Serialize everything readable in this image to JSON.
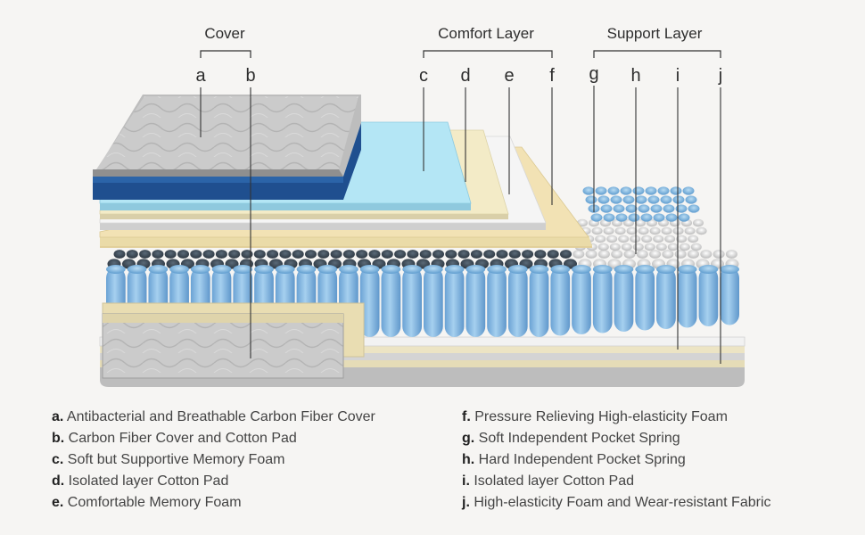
{
  "groups": {
    "cover": "Cover",
    "comfort": "Comfort Layer",
    "support": "Support Layer"
  },
  "letters": [
    "a",
    "b",
    "c",
    "d",
    "e",
    "f",
    "g",
    "h",
    "i",
    "j"
  ],
  "legend_left": [
    {
      "key": "a.",
      "text": "Antibacterial and Breathable Carbon Fiber Cover"
    },
    {
      "key": "b.",
      "text": "Carbon Fiber Cover and Cotton Pad"
    },
    {
      "key": "c.",
      "text": "Soft but Supportive Memory Foam"
    },
    {
      "key": "d.",
      "text": "Isolated layer Cotton Pad"
    },
    {
      "key": "e.",
      "text": "Comfortable Memory Foam"
    }
  ],
  "legend_right": [
    {
      "key": "f.",
      "text": "Pressure Relieving High-elasticity Foam"
    },
    {
      "key": "g.",
      "text": "Soft Independent Pocket Spring"
    },
    {
      "key": "h.",
      "text": "Hard Independent Pocket Spring"
    },
    {
      "key": "i.",
      "text": "Isolated layer Cotton Pad"
    },
    {
      "key": "j.",
      "text": "High-elasticity Foam and Wear-resistant Fabric"
    }
  ],
  "colors": {
    "cover_gray": "#c9c9c9",
    "cover_blue": "#1f4f8f",
    "memory_foam": "#aee3f2",
    "cotton_pad": "#f1e8c4",
    "comfort_foam": "#efefef",
    "high_elastic": "#efdcae",
    "spring_blue": "#88b8e0",
    "spring_white": "#e6e6e6"
  }
}
